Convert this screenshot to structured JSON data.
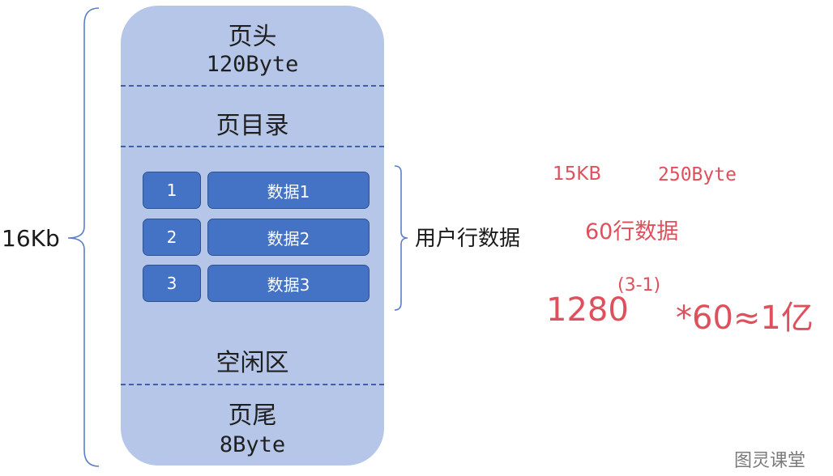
{
  "page": {
    "size_label": "16Kb",
    "header": {
      "title": "页头",
      "size": "120Byte"
    },
    "directory": {
      "title": "页目录"
    },
    "rows": [
      {
        "index": "1",
        "data": "数据1"
      },
      {
        "index": "2",
        "data": "数据2"
      },
      {
        "index": "3",
        "data": "数据3"
      }
    ],
    "user_rows_label": "用户行数据",
    "free_space": {
      "title": "空闲区"
    },
    "trailer": {
      "title": "页尾",
      "size": "8Byte"
    }
  },
  "notes": {
    "page_size": "15KB",
    "row_size": "250Byte",
    "rows_per_page": "60行数据",
    "formula_base": "1280",
    "formula_exponent": "(3-1)",
    "formula_tail": "*60≈1亿"
  },
  "watermark": "图灵课堂",
  "colors": {
    "page_fill": "#b6c6e8",
    "cell_fill": "#4472c4",
    "divider": "#3f5fa8",
    "note_red": "#e0505c"
  }
}
